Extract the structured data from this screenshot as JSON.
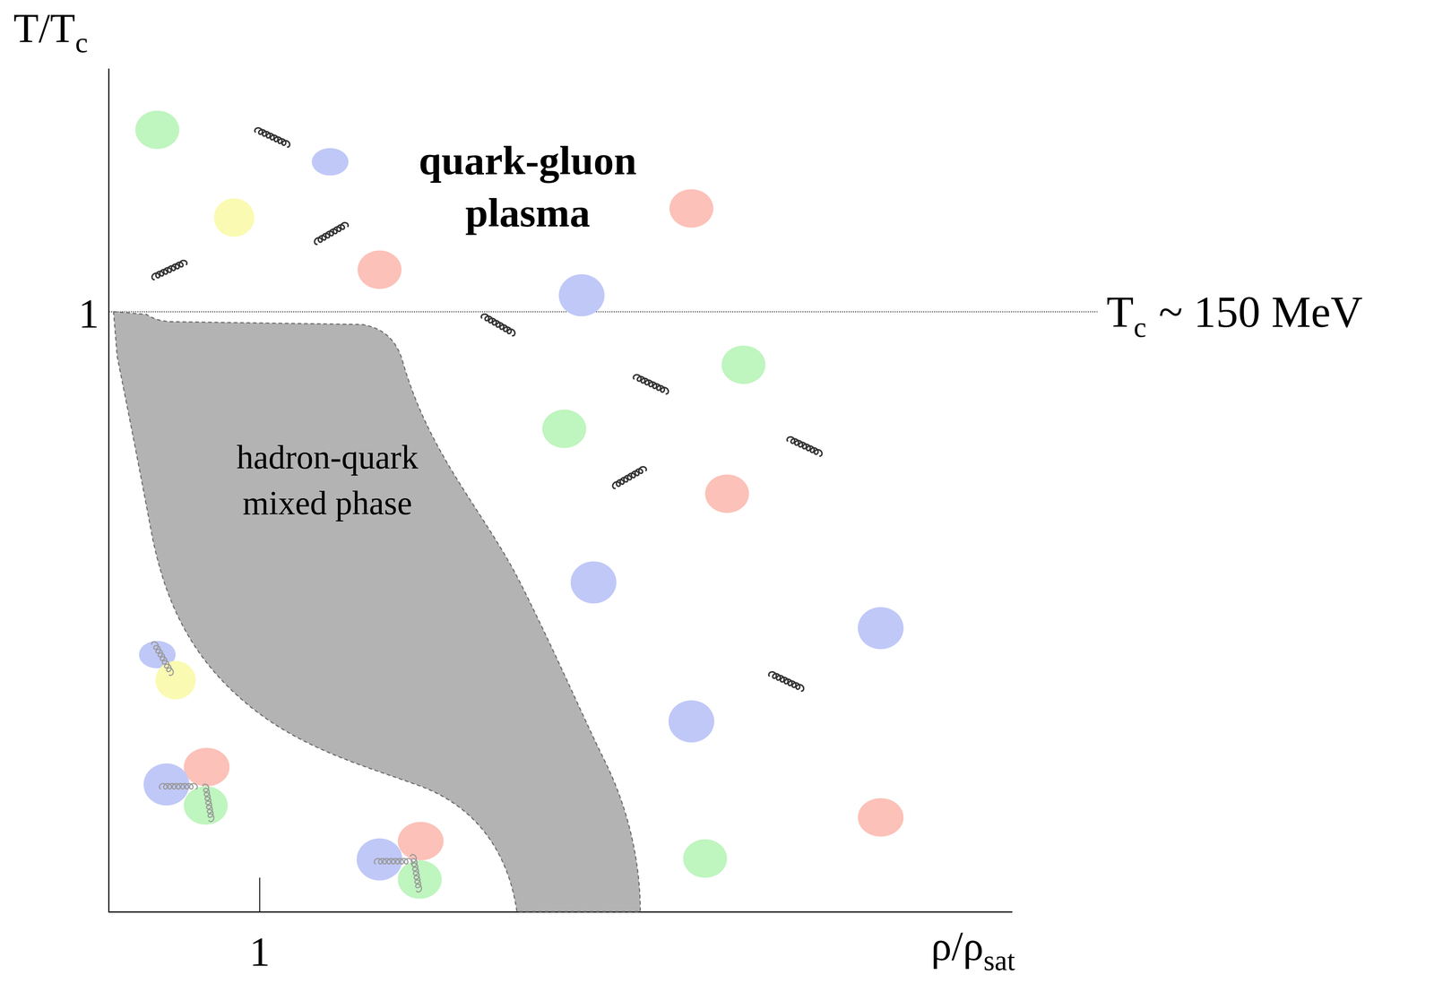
{
  "diagram": {
    "nodes": [
      {
        "text": [
          "hadron-quark mixed phase"
        ]
      }
    ],
    "labels": [
      "T/T",
      "c",
      "1",
      "quark-gluon plasma",
      "T",
      "c",
      "~ 150 MeV",
      "1",
      "ρ/ρ",
      "sat"
    ]
  }
}
